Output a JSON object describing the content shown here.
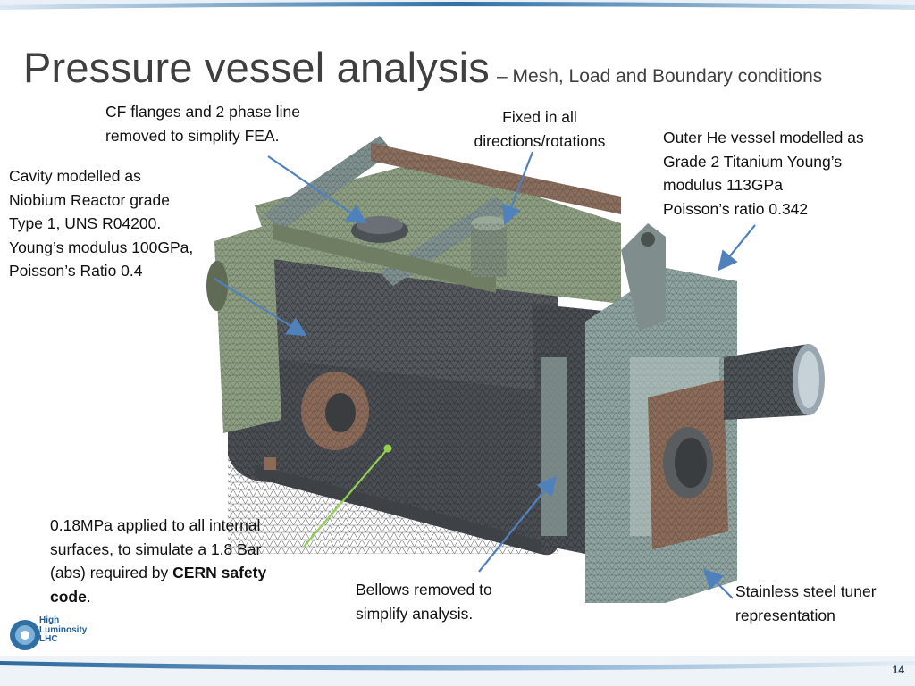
{
  "slide": {
    "title_main": "Pressure vessel analysis",
    "title_sub": "– Mesh, Load and Boundary conditions",
    "page_number": "14"
  },
  "notes": {
    "flanges": {
      "line1": "CF flanges and 2 phase line",
      "line2": "removed to simplify FEA."
    },
    "fixed": {
      "line1": "Fixed in all",
      "line2": "directions/rotations"
    },
    "outer_vessel": {
      "line1": "Outer He vessel modelled as",
      "line2": "Grade 2 Titanium Young’s",
      "line3": "modulus 113GPa",
      "line4": "Poisson’s ratio 0.342"
    },
    "cavity": {
      "line1": "Cavity modelled as",
      "line2": "Niobium Reactor grade",
      "line3": "Type 1, UNS R04200.",
      "line4": "Young’s modulus 100GPa,",
      "line5": "Poisson’s Ratio 0.4"
    },
    "pressure": {
      "line1": "0.18MPa applied to all internal",
      "line2": "surfaces, to simulate a 1.8 Bar",
      "line3_pre": "(abs) required by ",
      "line3_bold": "CERN safety",
      "line4_bold": "code",
      "line4_post": "."
    },
    "bellows": {
      "line1": "Bellows removed to",
      "line2": "simplify analysis."
    },
    "tuner": {
      "line1": "Stainless steel tuner",
      "line2": "representation"
    }
  },
  "logo": {
    "line1": "High",
    "line2": "Luminosity",
    "line3": "LHC"
  },
  "colors": {
    "arrow_blue": "#4f81bd",
    "arrow_green": "#92d050",
    "mesh_dark": "#4a4d52",
    "mesh_green": "#8e9e80",
    "mesh_teal": "#8fa3a0",
    "copper": "#8c6a58",
    "title_gray": "#3f3f3f"
  },
  "icons": {
    "logo": "high-luminosity-lhc-logo-icon",
    "model": "fea-mesh-model-icon"
  }
}
